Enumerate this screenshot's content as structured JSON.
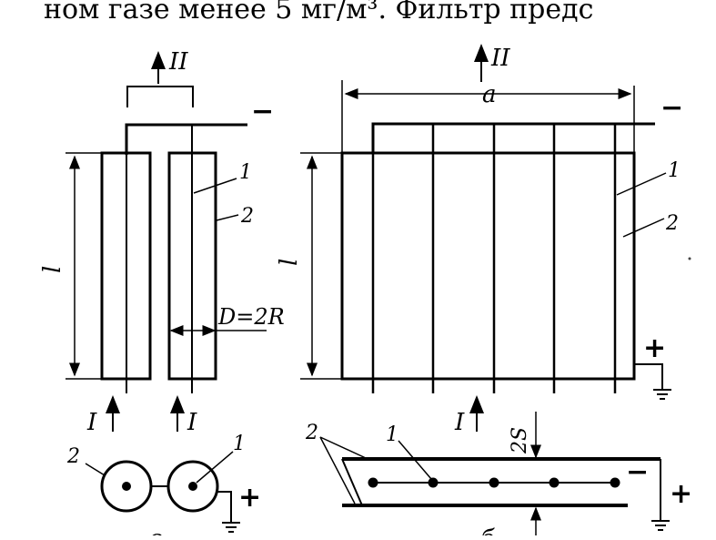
{
  "header_text": "ном газе менее 5 мг/м³. Фильтр предс",
  "labels": {
    "flow_out": "II",
    "flow_in": "I",
    "length": "l",
    "width": "a",
    "diameter": "D=2R",
    "spacing": "2S",
    "wire": "1",
    "electrode": "2",
    "minus": "−",
    "plus": "+",
    "sub_left": "в",
    "sub_right": "б"
  }
}
